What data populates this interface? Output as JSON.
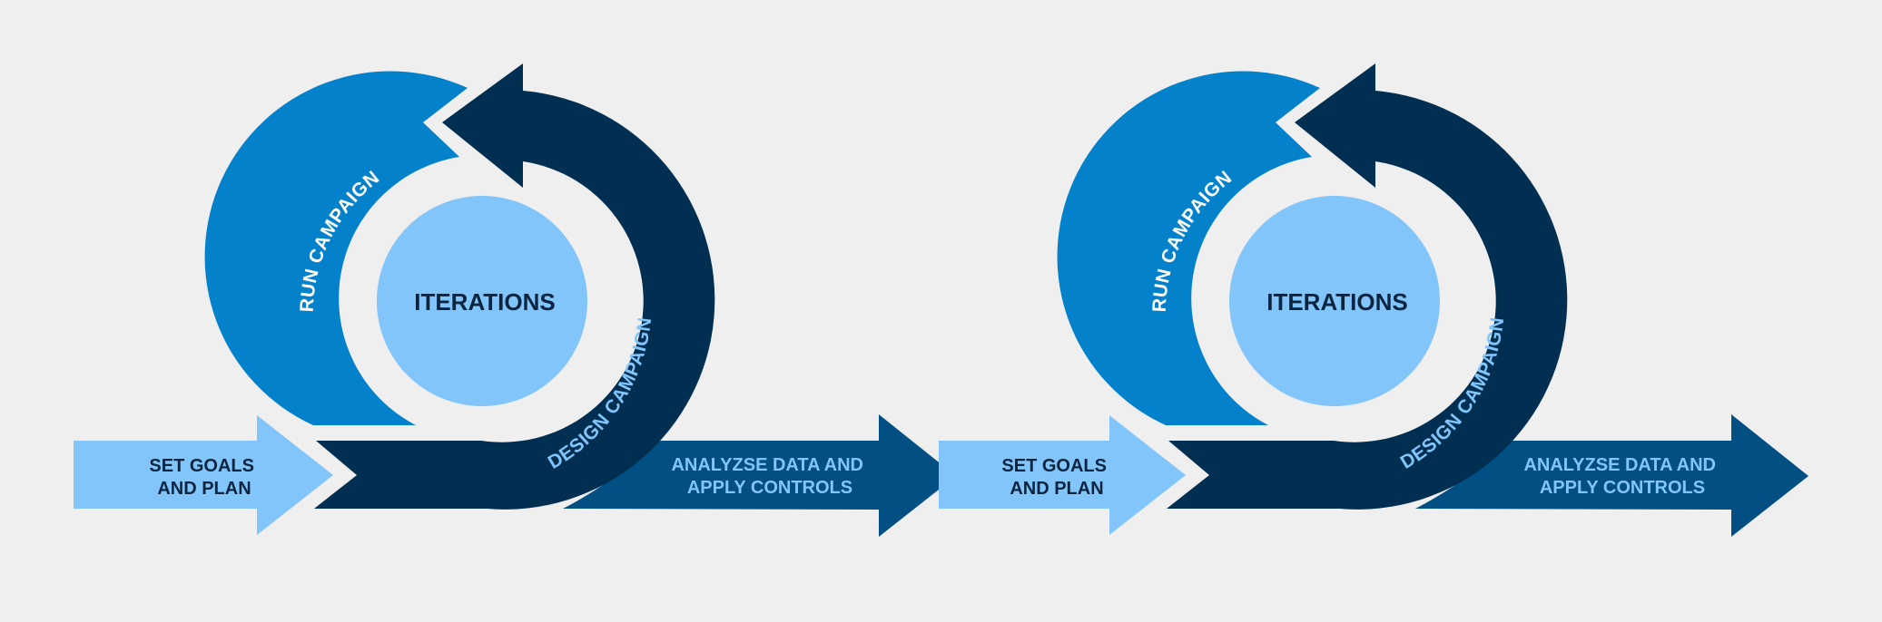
{
  "colors": {
    "background": "#efefef",
    "light_blue": "#82c5fb",
    "mid_blue": "#0381cb",
    "navy": "#002f52",
    "steel_blue": "#024f83",
    "dark_text": "#0b2540",
    "white_text": "#ffffff"
  },
  "cycles": [
    {
      "set_goals": {
        "line1": "SET GOALS",
        "line2": "AND PLAN"
      },
      "run_campaign": "RUN CAMPAIGN",
      "iterations": "ITERATIONS",
      "design_campaign": "DESIGN CAMPAIGN",
      "analyze": {
        "line1": "ANALYZSE DATA AND",
        "line2": "APPLY CONTROLS"
      }
    },
    {
      "set_goals": {
        "line1": "SET GOALS",
        "line2": "AND PLAN"
      },
      "run_campaign": "RUN CAMPAIGN",
      "iterations": "ITERATIONS",
      "design_campaign": "DESIGN CAMPAIGN",
      "analyze": {
        "line1": "ANALYZSE DATA AND",
        "line2": "APPLY CONTROLS"
      }
    }
  ]
}
